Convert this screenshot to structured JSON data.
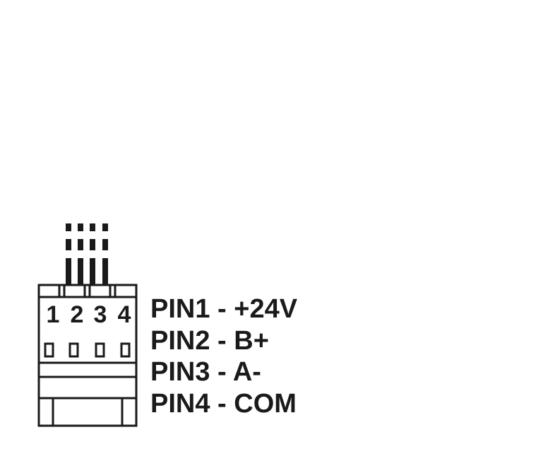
{
  "connector": {
    "pins": [
      {
        "number": "1",
        "label": "PIN1 - +24V"
      },
      {
        "number": "2",
        "label": "PIN2 - B+"
      },
      {
        "number": "3",
        "label": "PIN3 - A-"
      },
      {
        "number": "4",
        "label": "PIN4 - COM"
      }
    ]
  },
  "colors": {
    "line": "#1a1a1a",
    "background": "#ffffff"
  }
}
